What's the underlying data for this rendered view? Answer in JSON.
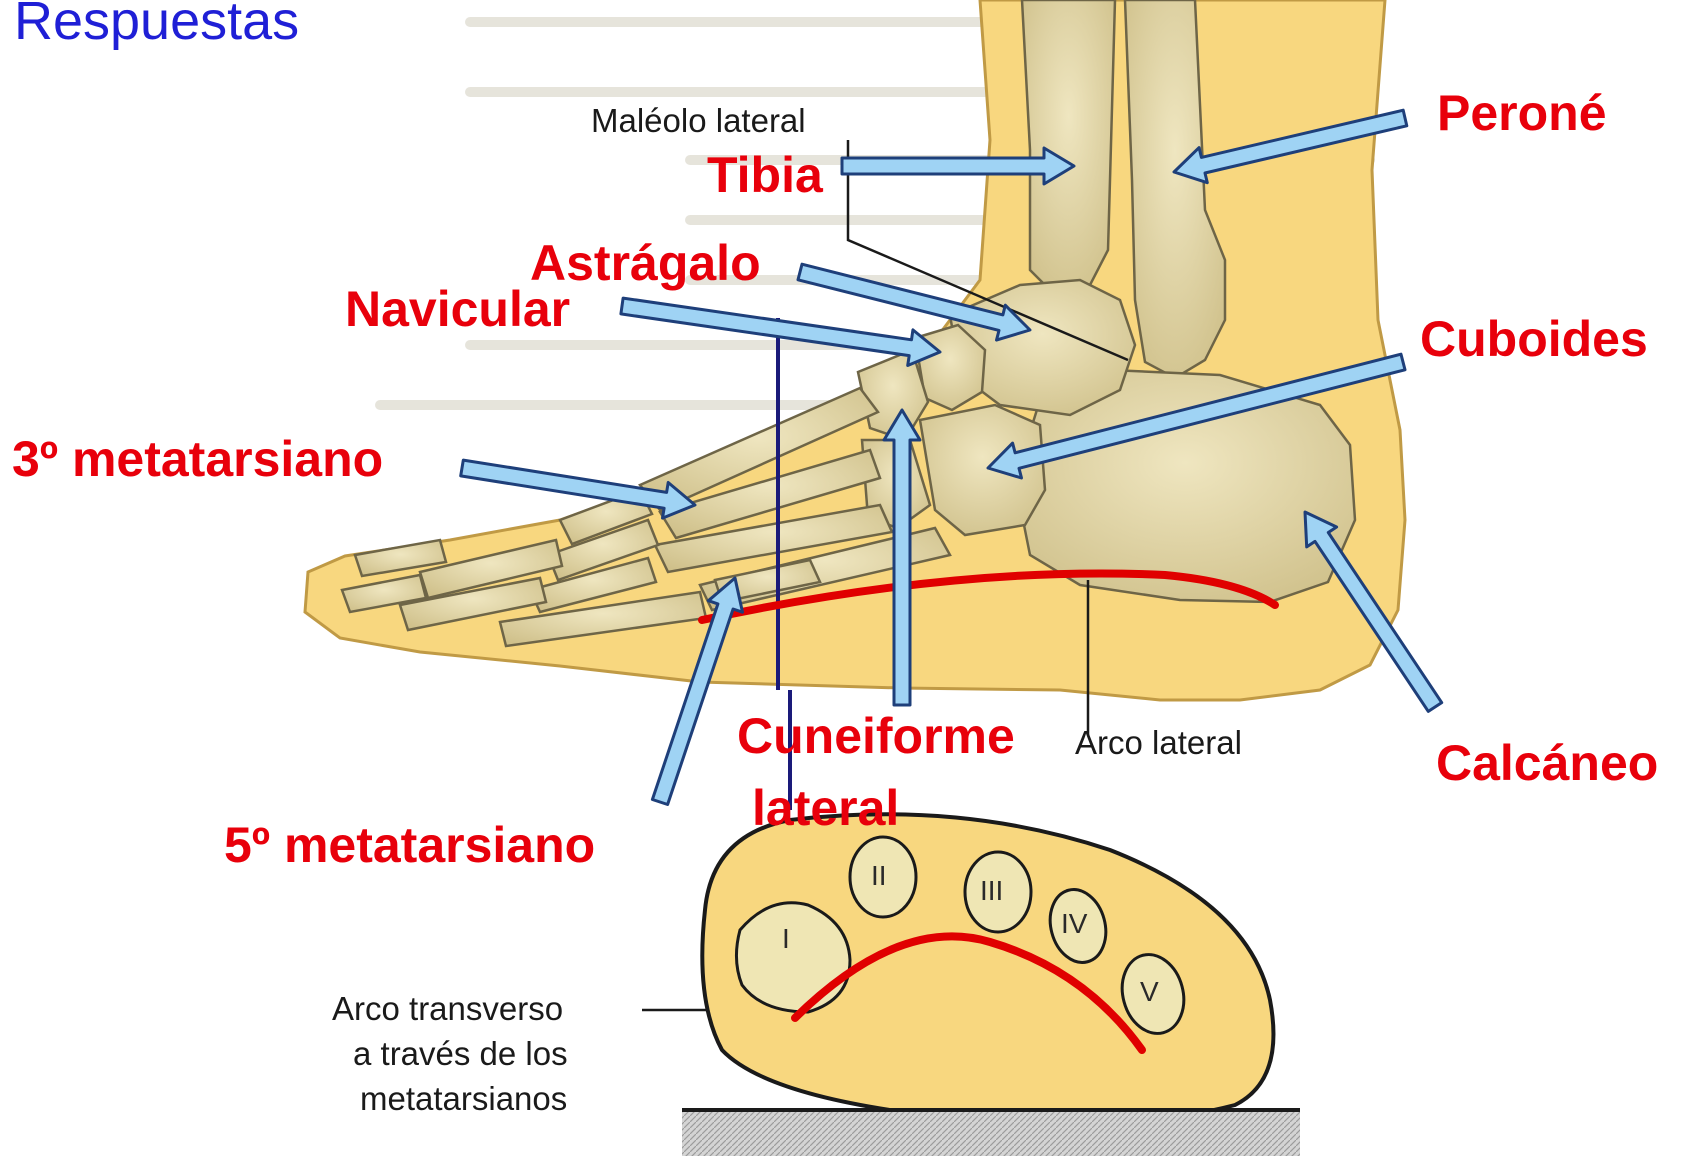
{
  "heading": "Respuestas",
  "labels": {
    "malleolus": "Maléolo lateral",
    "tibia": "Tibia",
    "fibula": "Peroné",
    "talus": "Astrágalo",
    "navicular": "Navicular",
    "cuboid": "Cuboides",
    "metatarsal3": "3º metatarsiano",
    "cuneiform_line1": "Cuneiforme",
    "cuneiform_line2": "lateral",
    "lateral_arch": "Arco lateral",
    "calcaneus": "Calcáneo",
    "metatarsal5": "5º metatarsiano",
    "transverse_line1": "Arco transverso",
    "transverse_line2": "a través de los",
    "transverse_line3": "metatarsianos"
  },
  "metatarsal_numerals": [
    "I",
    "II",
    "III",
    "IV",
    "V"
  ],
  "colors": {
    "answer_text": "#e8000b",
    "heading_text": "#1f1fd6",
    "arrow_fill": "#9fd3f4",
    "arrow_stroke": "#1e3f7a",
    "arch_line": "#e00000",
    "skin": "#f8d77f",
    "bone": "#e3d7a8"
  }
}
